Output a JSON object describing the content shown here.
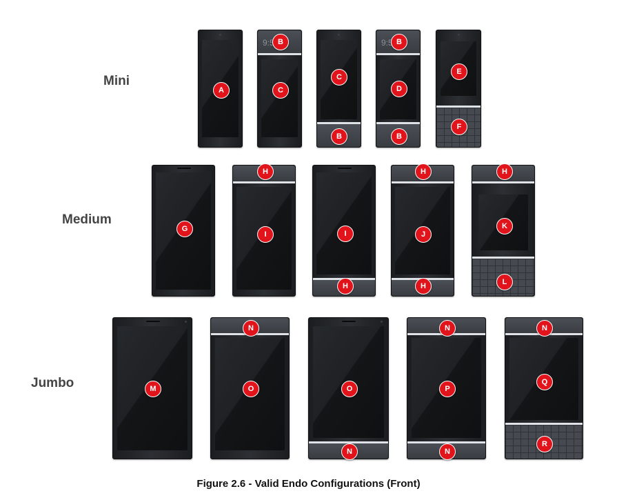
{
  "rows": {
    "mini": "Mini",
    "medium": "Medium",
    "jumbo": "Jumbo"
  },
  "clock_text": "9:5",
  "labels": {
    "mini_1": [
      "A"
    ],
    "mini_2": [
      "B",
      "C"
    ],
    "mini_3": [
      "C",
      "B"
    ],
    "mini_4": [
      "B",
      "D",
      "B"
    ],
    "mini_5": [
      "E",
      "F"
    ],
    "medium_1": [
      "G"
    ],
    "medium_2": [
      "H",
      "I"
    ],
    "medium_3": [
      "I",
      "H"
    ],
    "medium_4": [
      "H",
      "J",
      "H"
    ],
    "medium_5": [
      "H",
      "K",
      "L"
    ],
    "jumbo_1": [
      "M"
    ],
    "jumbo_2": [
      "N",
      "O"
    ],
    "jumbo_3": [
      "O",
      "N"
    ],
    "jumbo_4": [
      "N",
      "P",
      "N"
    ],
    "jumbo_5": [
      "N",
      "Q",
      "R"
    ]
  },
  "caption": "Figure 2.6 - Valid Endo Configurations (Front)",
  "colors": {
    "badge": "#e1141b",
    "phone_body": "#1f2124",
    "module": "#43474d"
  }
}
